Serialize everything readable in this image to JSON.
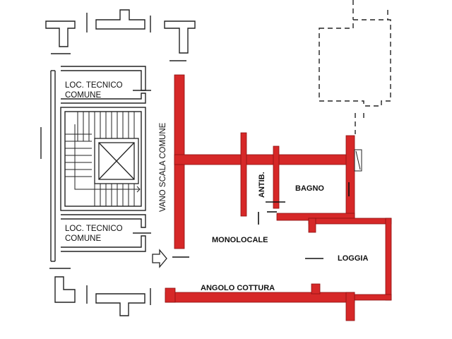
{
  "colors": {
    "unit_walls": "#d62828",
    "unit_walls_stroke": "#8c1010",
    "common_walls": "#222222",
    "background": "#ffffff"
  },
  "rooms": {
    "loc_tecnico_top_line1": "LOC. TECNICO",
    "loc_tecnico_top_line2": "COMUNE",
    "loc_tecnico_bottom_line1": "LOC. TECNICO",
    "loc_tecnico_bottom_line2": "COMUNE",
    "vano_scala": "VANO SCALA COMUNE",
    "antib": "ANTIB.",
    "bagno": "BAGNO",
    "monolocale": "MONOLOCALE",
    "loggia": "LOGGIA",
    "angolo_cottura": "ANGOLO COTTURA"
  },
  "icons": {
    "entrance": "entrance-arrow-icon",
    "elevator": "elevator-shaft-icon",
    "window": "window-icon"
  }
}
